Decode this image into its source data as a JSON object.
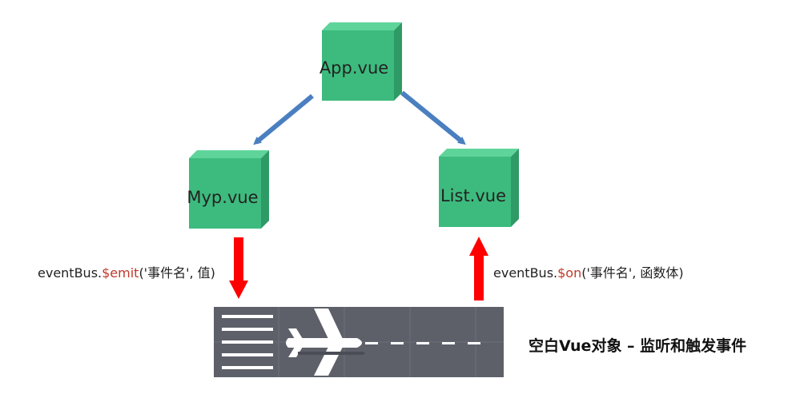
{
  "nodes": {
    "app": {
      "label": "App.vue"
    },
    "myp": {
      "label": "Myp.vue"
    },
    "list": {
      "label": "List.vue"
    }
  },
  "emit_call": {
    "prefix": "eventBus.",
    "method": "$emit",
    "args": "('事件名', 值)"
  },
  "on_call": {
    "prefix": "eventBus.",
    "method": "$on",
    "args": "('事件名', 函数体)"
  },
  "caption": "空白Vue对象 – 监听和触发事件",
  "colors": {
    "cube_front": "#3dbb7e",
    "cube_top": "#5fd49a",
    "cube_side": "#2e9a65",
    "blue_arrow": "#4a7fc0",
    "red_arrow": "#ff0000",
    "runway": "#5d6068",
    "method_text": "#c0392b"
  },
  "icons": {
    "runway": "runway-icon",
    "plane": "airplane-icon"
  }
}
